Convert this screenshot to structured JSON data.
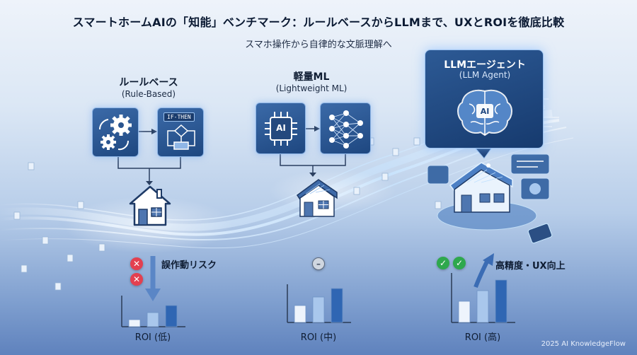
{
  "header": {
    "title": "スマートホームAIの「知能」ベンチマーク：ルールベースからLLMまで、UXとROIを徹底比較",
    "subtitle": "スマホ操作から自律的な文脈理解へ"
  },
  "columns": [
    {
      "title": "ルールベース",
      "subtitle": "(Rule-Based)",
      "panel_label": "IF-THEN",
      "indicator_label": "誤作動リスク",
      "roi_label": "ROI (低)"
    },
    {
      "title": "軽量ML",
      "subtitle": "(Lightweight ML)",
      "chip_label": "AI",
      "roi_label": "ROI (中)"
    },
    {
      "title": "LLMエージェント",
      "subtitle": "(LLM Agent)",
      "brain_label": "AI",
      "indicator_label": "高精度・UX向上",
      "roi_label": "ROI (高)"
    }
  ],
  "charts": [
    {
      "type": "bar",
      "values": [
        1,
        2,
        3
      ]
    },
    {
      "type": "bar",
      "values": [
        2,
        3,
        4
      ]
    },
    {
      "type": "bar",
      "values": [
        2,
        3,
        4
      ]
    }
  ],
  "colors": {
    "risk": "#e34050",
    "success": "#2ea84d",
    "accent": "#1e4780",
    "glow": "#bfe0ff"
  },
  "footer": {
    "text": "2025 AI KnowledgeFlow"
  }
}
